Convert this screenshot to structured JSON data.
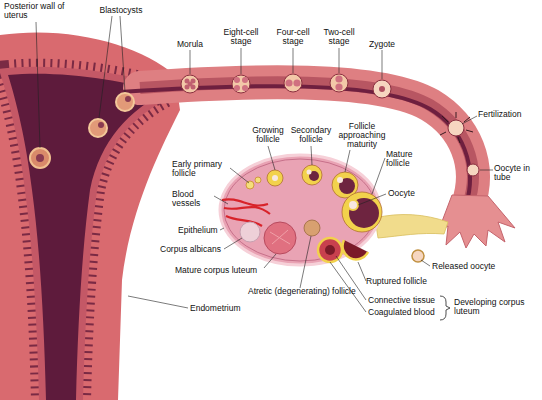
{
  "diagram": {
    "labels": [
      "Posterior wall of uterus",
      "Blastocysts",
      "Morula",
      "Eight-cell stage",
      "Four-cell stage",
      "Two-cell stage",
      "Zygote",
      "Fertilization",
      "Oocyte in tube",
      "Growing follicle",
      "Secondary follicle",
      "Follicle approaching maturity",
      "Mature follicle",
      "Early primary follicle",
      "Oocyte",
      "Blood vessels",
      "Epithelium",
      "Corpus albicans",
      "Mature corpus luteum",
      "Released oocyte",
      "Ruptured follicle",
      "Atretic (degenerating) follicle",
      "Endometrium",
      "Connective tissue",
      "Coagulated blood",
      "Developing corpus luteum"
    ]
  }
}
